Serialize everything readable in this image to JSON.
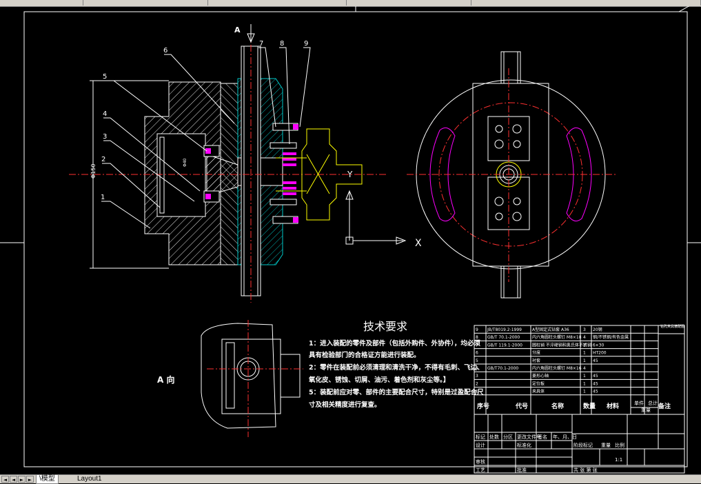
{
  "tabs": [
    {
      "label": "\\模型"
    },
    {
      "label": "Layout1"
    }
  ],
  "nav": {
    "first": "◄",
    "prev": "◄",
    "next": "►",
    "last": "►"
  },
  "labels": {
    "section_a": "A",
    "view_a": "A 向",
    "axis_x": "X",
    "axis_y": "Y",
    "dim_150": "Φ150",
    "dim_40": "Φ40",
    "callouts": [
      "1",
      "2",
      "3",
      "4",
      "5",
      "6",
      "7",
      "8",
      "9"
    ]
  },
  "tech": {
    "title": "技术要求",
    "lines": [
      "1：进入装配的零件及部件（包括外购件、外协件），均必须",
      "具有检验部门的合格证方能进行装配。",
      "2：零件在装配前必须清理和清洗干净，不得有毛刺、飞边、",
      "氧化皮、锈蚀、切屑、油污、着色剂和灰尘等。】",
      "5：装配前应对零、部件的主要配合尺寸，特别是过盈配合尺",
      "寸及相关精度进行复查。"
    ]
  },
  "bom": {
    "rows": [
      {
        "no": "9",
        "code": "JB/T8019.2-1999",
        "name": "A型固定式钻套 A36",
        "qty": "3",
        "mat": "20钢",
        "note": ""
      },
      {
        "no": "8",
        "code": "GB/T 70.1-2000",
        "name": "内六角圆柱头螺钉 M8×18",
        "qty": "4",
        "mat": "钢/不锈钢/有色金属",
        "note": ""
      },
      {
        "no": "7",
        "code": "GB/T 119.1-2000",
        "name": "圆柱销 不淬硬钢和奥氏体不锈钢 6×30",
        "qty": "2",
        "mat": "",
        "note": ""
      },
      {
        "no": "6",
        "code": "",
        "name": "分度",
        "qty": "1",
        "mat": "HT200",
        "note": ""
      },
      {
        "no": "5",
        "code": "",
        "name": "衬套",
        "qty": "1",
        "mat": "45",
        "note": ""
      },
      {
        "no": "4",
        "code": "GB/T70.1-2000",
        "name": "内六角圆柱头螺钉 M8×16",
        "qty": "4",
        "mat": "",
        "note": ""
      },
      {
        "no": "3",
        "code": "",
        "name": "菱形心轴",
        "qty": "1",
        "mat": "45",
        "note": ""
      },
      {
        "no": "2",
        "code": "",
        "name": "定位板",
        "qty": "1",
        "mat": "45",
        "note": ""
      },
      {
        "no": "1",
        "code": "",
        "name": "夹具体",
        "qty": "1",
        "mat": "45",
        "note": ""
      }
    ],
    "header": {
      "no": "序号",
      "code": "代号",
      "name": "名称",
      "qty": "数量",
      "mat": "材料",
      "single": "单件",
      "total": "总计",
      "weight": "重量",
      "note": "备注"
    },
    "corner": "钻孔夹具装配图"
  },
  "title_block": {
    "row1": [
      "标记",
      "处数",
      "分区",
      "更改文件号",
      "签名",
      "年、月、日"
    ],
    "design": "设计",
    "std": "标准化",
    "stage": "阶段标记",
    "weight": "重量",
    "scale": "比例",
    "scale_val": "1:1",
    "review": "审核",
    "craft": "工艺",
    "approve": "批准",
    "sheets": "共  张  第  张"
  }
}
